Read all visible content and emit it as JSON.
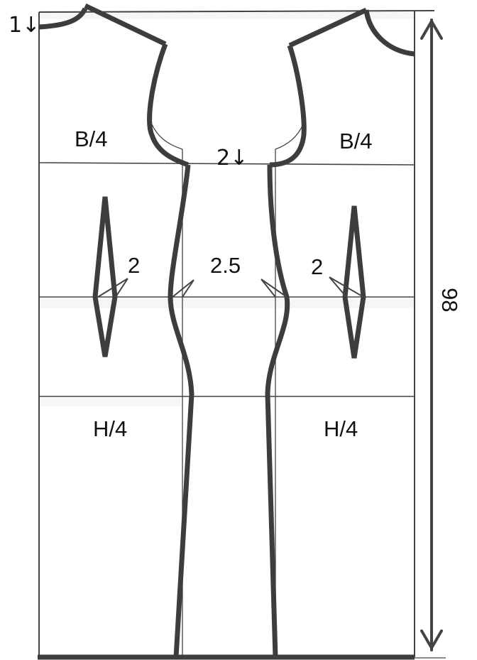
{
  "diagram": {
    "type": "dress sewing pattern draft (front and back)",
    "colors": {
      "line": "#444444",
      "pattern_outline": "#3d3d3d",
      "text": "#111111",
      "background": "#ffffff"
    },
    "labels": {
      "neck_drop_left": "1↓",
      "bust_left": "B/4",
      "bust_right": "B/4",
      "armhole_drop": "2↓",
      "dart_left": "2",
      "side_seam_intake": "2.5",
      "dart_right": "2",
      "hip_left": "H/4",
      "hip_right": "H/4",
      "total_length": "98"
    },
    "guide_lines": [
      "top line",
      "bust line",
      "waist line",
      "hip line",
      "hem line"
    ],
    "dimension": {
      "orientation": "vertical",
      "value": "98",
      "arrows": "both ends"
    }
  }
}
